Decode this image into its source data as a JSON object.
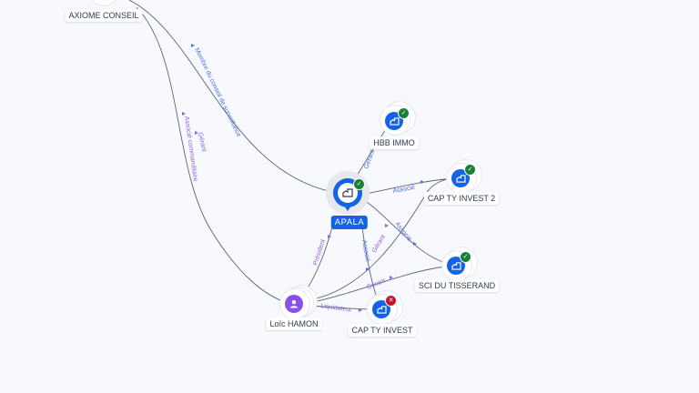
{
  "colors": {
    "company": "#1463e6",
    "person": "#8a4fe8",
    "active": "#188038",
    "closed": "#c8102e",
    "edge_label_blue": "#4a6fe0",
    "edge_label_purple": "#8a63e0"
  },
  "nodes": {
    "axiome": {
      "label": "AXIOME CONSEIL",
      "type": "company",
      "icon": "building-icon"
    },
    "apala": {
      "label": "APALA",
      "type": "company-main",
      "icon": "building-icon",
      "status": "active"
    },
    "hbb": {
      "label": "HBB IMMO",
      "type": "company",
      "icon": "building-icon",
      "status": "active"
    },
    "capty2": {
      "label": "CAP TY INVEST 2",
      "type": "company",
      "icon": "building-icon",
      "status": "active"
    },
    "tisserand": {
      "label": "SCI DU TISSERAND",
      "type": "company",
      "icon": "building-icon",
      "status": "active"
    },
    "capty": {
      "label": "CAP TY INVEST",
      "type": "company",
      "icon": "building-icon",
      "status": "closed"
    },
    "loic": {
      "label": "Loïc HAMON",
      "type": "person",
      "icon": "person-icon"
    }
  },
  "edges": [
    {
      "from": "axiome",
      "to": "apala",
      "label": "Membre du conseil de surveillance"
    },
    {
      "from": "axiome",
      "to": "loic",
      "label": "Associé commanditaire"
    },
    {
      "from": "axiome",
      "to": "loic",
      "label": "Gérant"
    },
    {
      "from": "apala",
      "to": "hbb",
      "label": "Gérant"
    },
    {
      "from": "apala",
      "to": "capty2",
      "label": "Associé"
    },
    {
      "from": "apala",
      "to": "tisserand",
      "label": "Associé"
    },
    {
      "from": "apala",
      "to": "capty",
      "label": "Associé"
    },
    {
      "from": "loic",
      "to": "apala",
      "label": "Président"
    },
    {
      "from": "loic",
      "to": "capty2",
      "label": "Gérant"
    },
    {
      "from": "loic",
      "to": "tisserand",
      "label": "Gérant"
    },
    {
      "from": "loic",
      "to": "capty",
      "label": "Liquidateur"
    }
  ]
}
